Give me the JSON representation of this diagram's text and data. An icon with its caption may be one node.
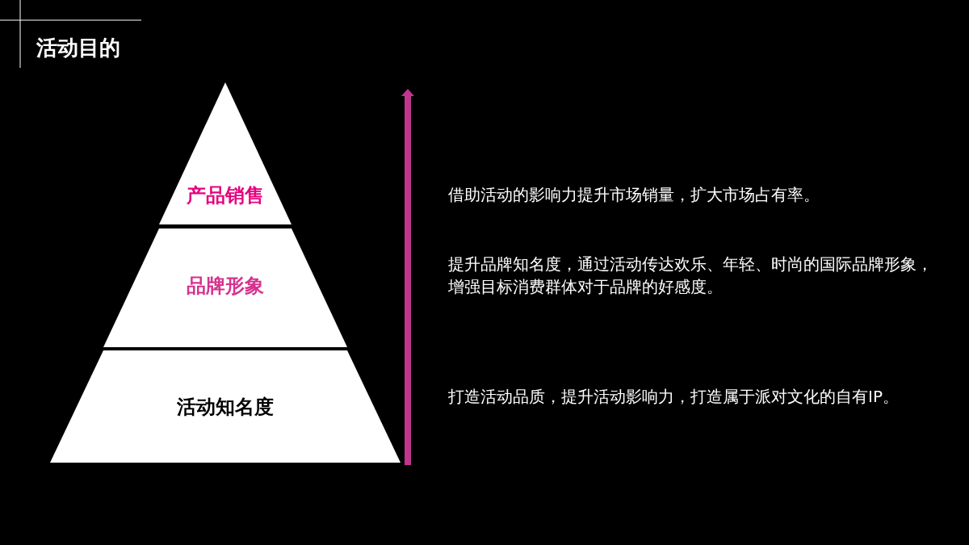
{
  "diagram": {
    "title": "活动目的",
    "nodes": [
      {
        "text": [
          "产品销售"
        ]
      },
      {
        "text": [
          "品牌形象"
        ]
      },
      {
        "text": [
          "活动知名度"
        ]
      }
    ],
    "edges": [],
    "labels": [
      "借助活动的影响力提升市场销量，扩大市场占有率。",
      "提升品牌知名度，通过活动传达欢乐、年轻、时尚的国际品牌形象，增强目标消费群体对于品牌的好感度。",
      "打造活动品质，提升活动影响力，打造属于派对文化的自有IP。"
    ]
  }
}
